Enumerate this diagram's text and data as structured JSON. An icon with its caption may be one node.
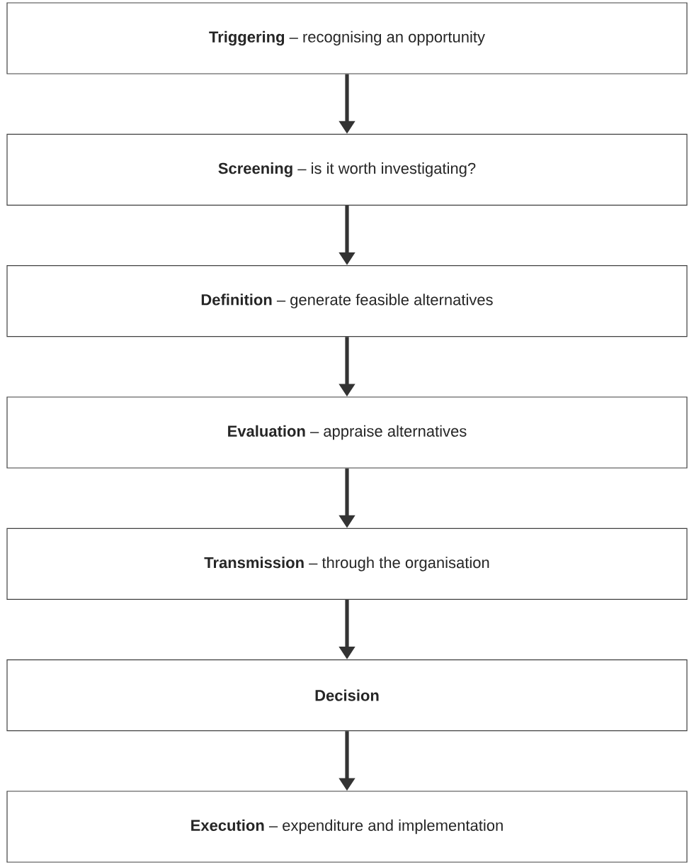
{
  "diagram": {
    "nodes": [
      {
        "text": [
          "**Triggering** – recognising an opportunity"
        ]
      },
      {
        "text": [
          "**Screening** – is it worth investigating?"
        ]
      },
      {
        "text": [
          "**Definition** – generate feasible alternatives"
        ]
      },
      {
        "text": [
          "**Evaluation** – appraise alternatives"
        ]
      },
      {
        "text": [
          "**Transmission** – through the organisation"
        ]
      },
      {
        "text": [
          "Decision"
        ]
      },
      {
        "text": [
          "**Execution** – expenditure and implementation"
        ]
      }
    ],
    "edges": [
      {
        "from": 0,
        "to": 1,
        "arrow": "to"
      },
      {
        "from": 1,
        "to": 2,
        "arrow": "to"
      },
      {
        "from": 2,
        "to": 3,
        "arrow": "to"
      },
      {
        "from": 3,
        "to": 4,
        "arrow": "to"
      },
      {
        "from": 4,
        "to": 5,
        "arrow": "to"
      },
      {
        "from": 5,
        "to": 6,
        "arrow": "to"
      }
    ]
  }
}
